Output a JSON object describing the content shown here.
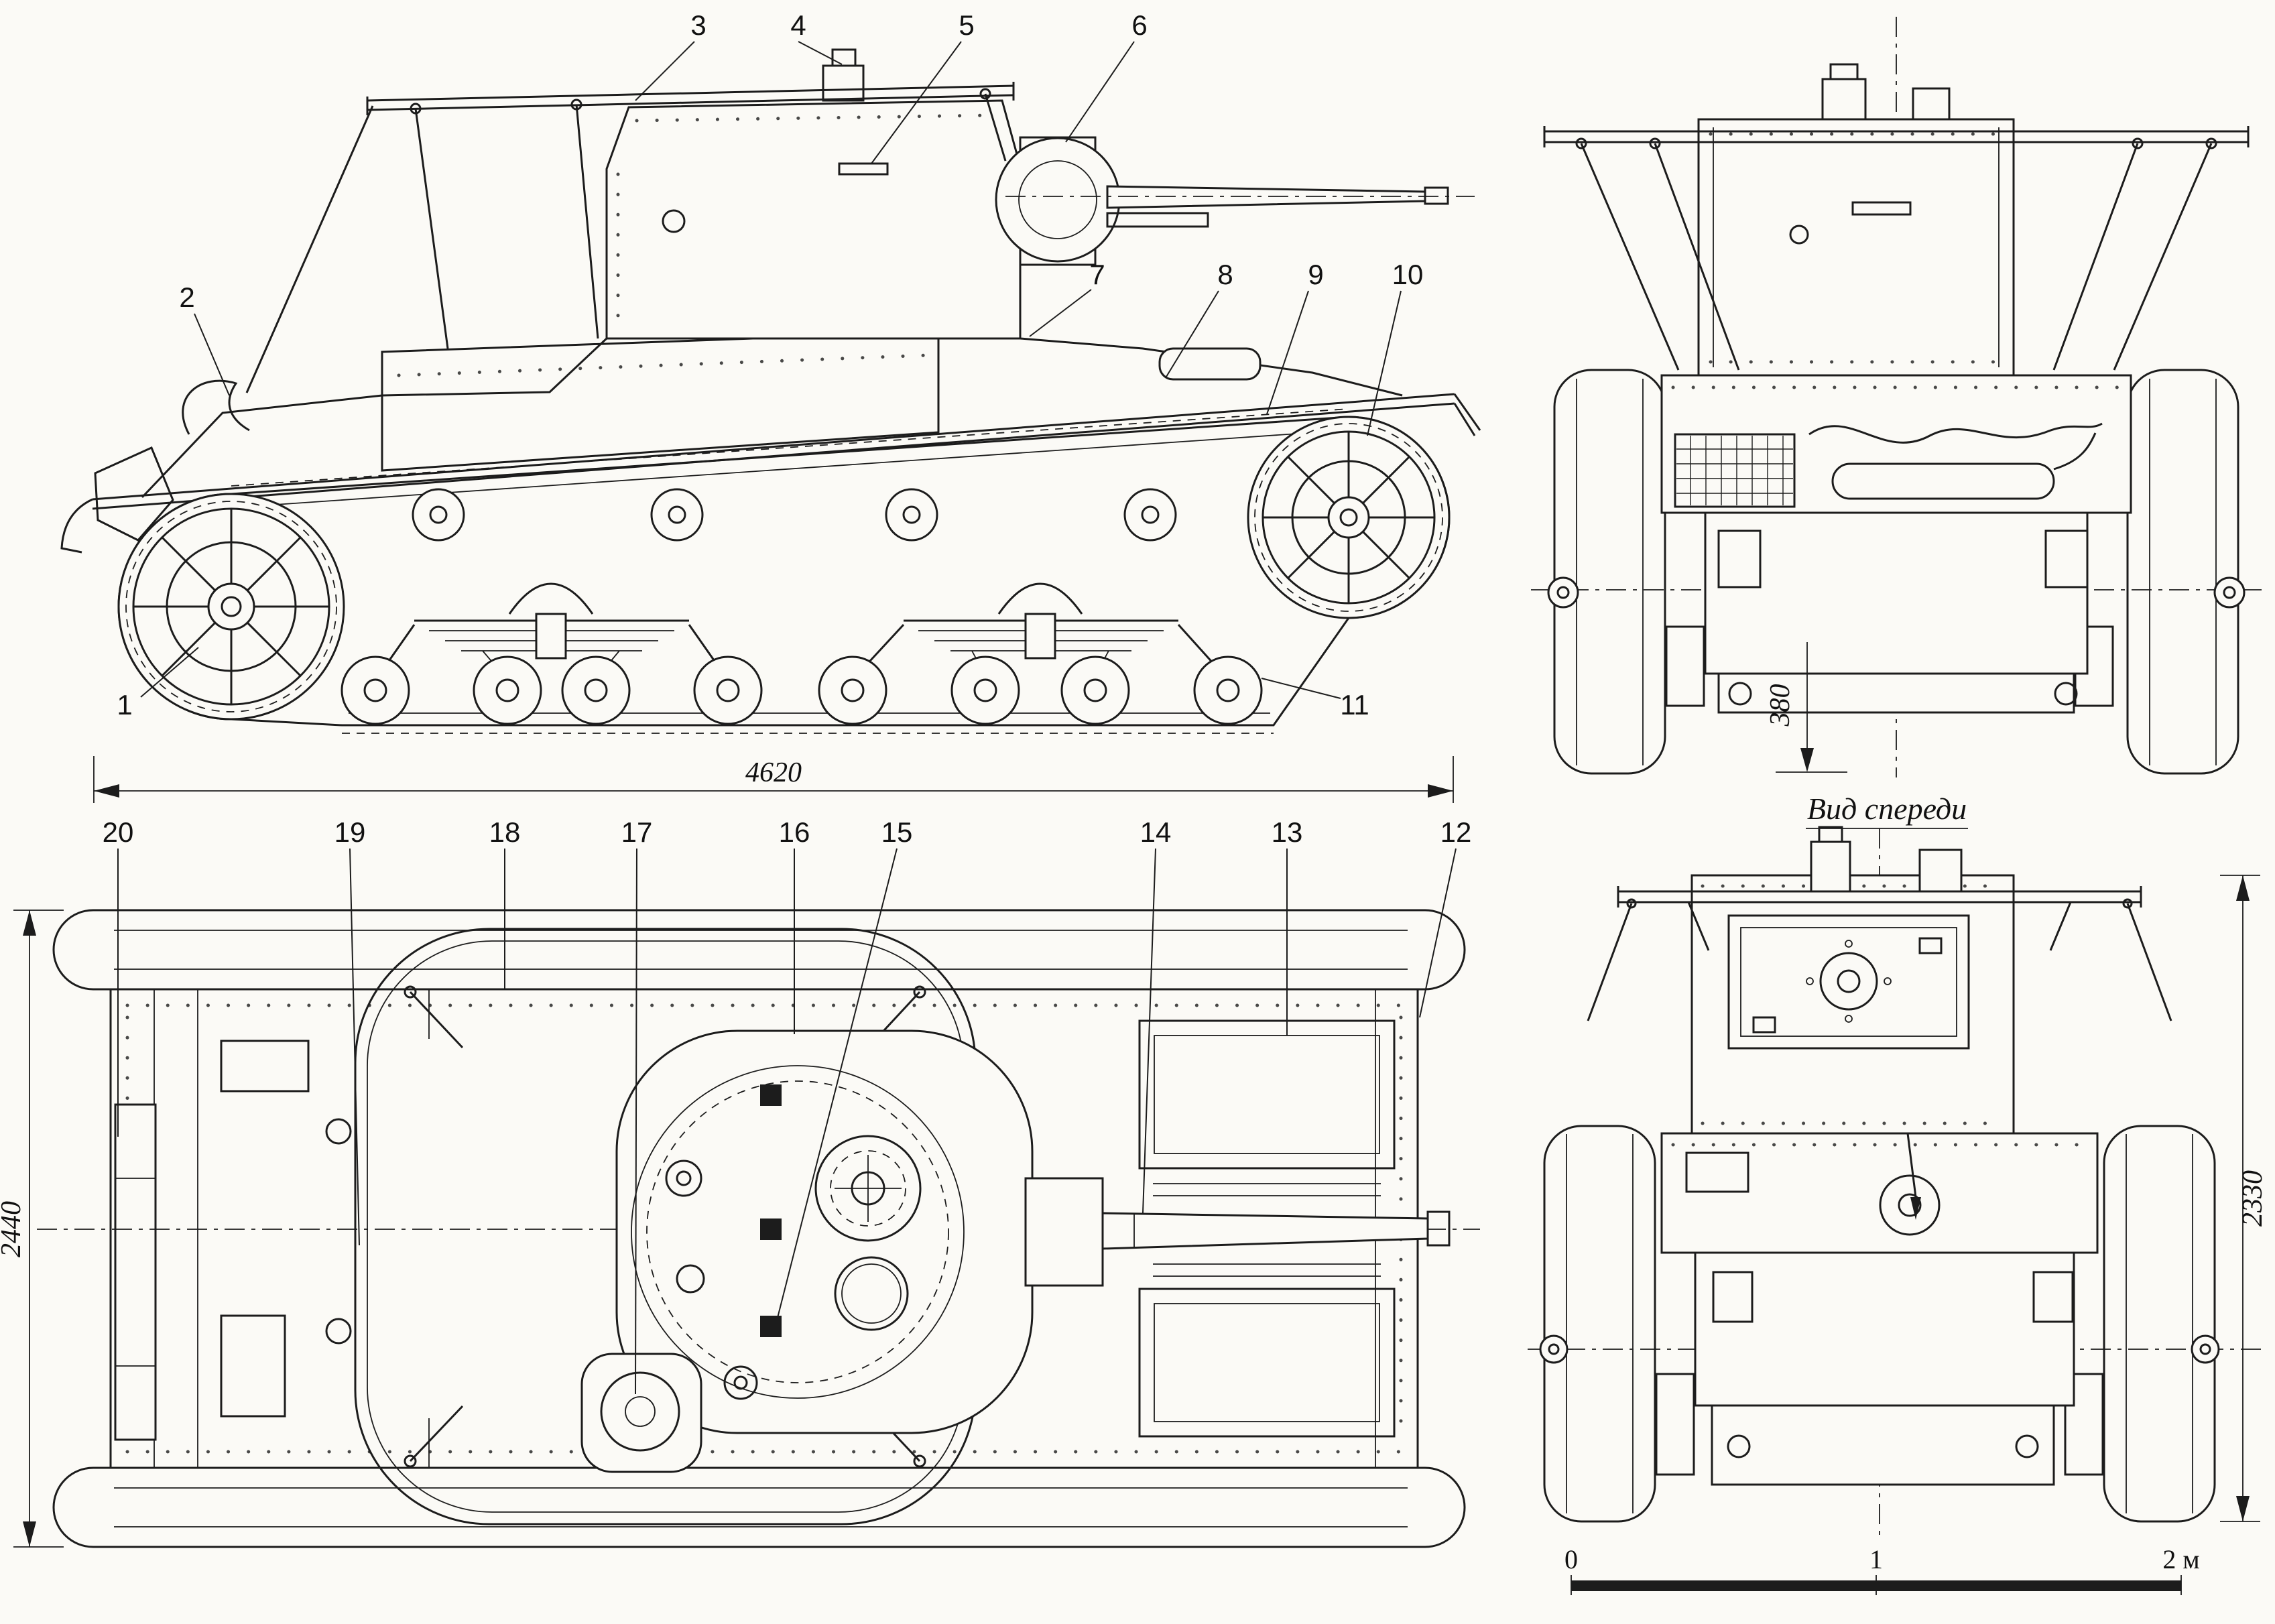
{
  "drawing": {
    "background": "#fbfaf6",
    "ink": "#1c1c1c",
    "subject": "tank four-view technical drawing"
  },
  "side_view": {
    "callouts": [
      "1",
      "2",
      "3",
      "4",
      "5",
      "6",
      "7",
      "8",
      "9",
      "10",
      "11"
    ],
    "length_dimension": "4620"
  },
  "front_view": {
    "caption": "Вид спереди",
    "clearance_dimension": "380"
  },
  "plan_view": {
    "callouts": [
      "20",
      "19",
      "18",
      "17",
      "16",
      "15",
      "14",
      "13",
      "12"
    ],
    "width_dimension": "2440"
  },
  "lower_front_view": {
    "height_dimension": "2330",
    "scale_bar": {
      "tick_0": "0",
      "tick_1": "1",
      "tick_2": "2 м"
    }
  }
}
